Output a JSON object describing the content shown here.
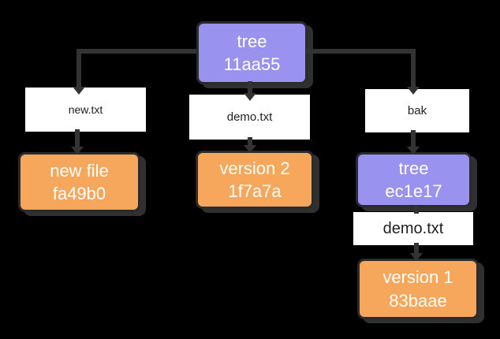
{
  "colors": {
    "canvas_bg": "#000000",
    "tree_fill": "#9a92ef",
    "blob_fill": "#f7a75b",
    "node_border": "#2b2b2b",
    "node_text": "#ffffff",
    "label_bg": "#ffffff",
    "label_text": "#1f1f1f",
    "line": "#333333",
    "shadow": "#303030"
  },
  "nodes": {
    "root": {
      "type": "tree",
      "line1": "tree",
      "line2": "11aa55"
    },
    "new_file": {
      "type": "blob",
      "line1": "new file",
      "line2": "fa49b0"
    },
    "version2": {
      "type": "blob",
      "line1": "version 2",
      "line2": "1f7a7a"
    },
    "subtree": {
      "type": "tree",
      "line1": "tree",
      "line2": "ec1e17"
    },
    "version1": {
      "type": "blob",
      "line1": "version 1",
      "line2": "83baae"
    }
  },
  "edge_labels": {
    "new_txt": "new.txt",
    "demo_txt": "demo.txt",
    "bak": "bak",
    "demo_txt_nested": "demo.txt"
  }
}
